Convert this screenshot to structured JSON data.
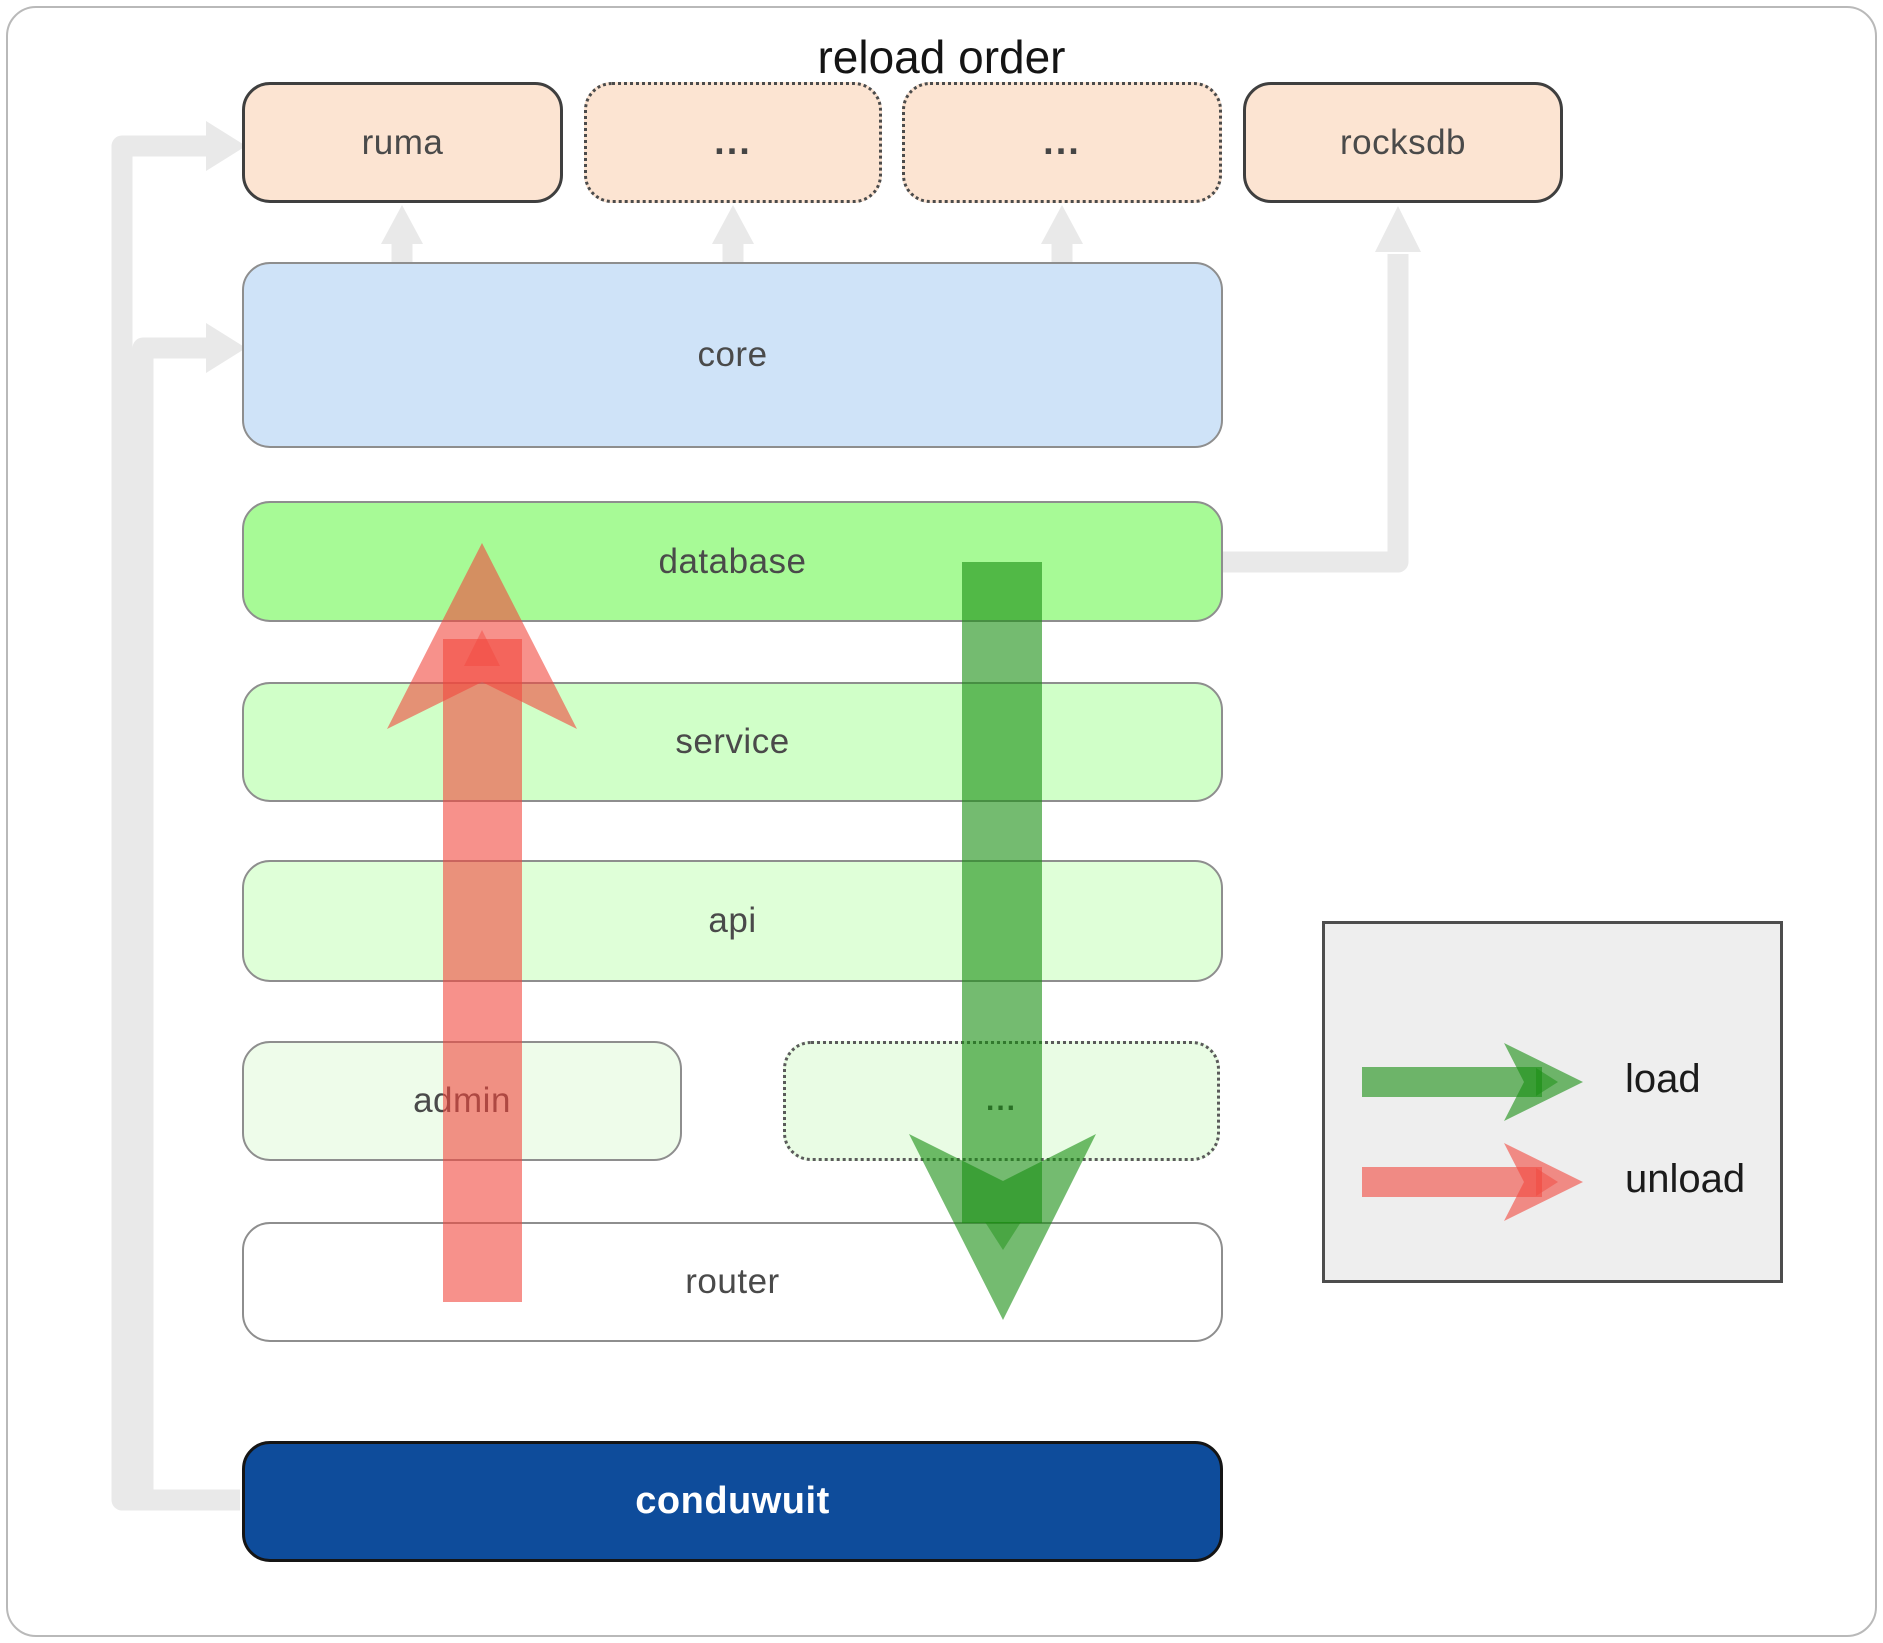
{
  "diagram": {
    "top_row": [
      {
        "label": "ruma",
        "border": "solid"
      },
      {
        "label": "...",
        "border": "dotted"
      },
      {
        "label": "...",
        "border": "dotted"
      },
      {
        "label": "rocksdb",
        "border": "solid"
      }
    ],
    "stack": [
      {
        "label": "core",
        "color": "#cfe3f8"
      },
      {
        "label": "database",
        "color": "#a7fa96"
      },
      {
        "label": "service",
        "color": "#d0ffc8"
      },
      {
        "label": "api",
        "color": "#dfffd8"
      }
    ],
    "admin_row": [
      {
        "label": "admin",
        "border": "solid",
        "color": "#eefcea"
      },
      {
        "label": "...",
        "border": "dotted",
        "color": "#e9fce4"
      }
    ],
    "router": {
      "label": "router",
      "color": "#ffffff"
    },
    "conduwuit": {
      "label": "conduwuit",
      "color": "#0e4c9b"
    },
    "legend": {
      "title": "reload order",
      "items": [
        {
          "label": "load",
          "color": "#188d10"
        },
        {
          "label": "unload",
          "color": "#f2473e"
        }
      ]
    },
    "arrow_colors": {
      "load": "#188d10",
      "unload": "#f2473e",
      "connector": "#e9e9e9"
    }
  }
}
